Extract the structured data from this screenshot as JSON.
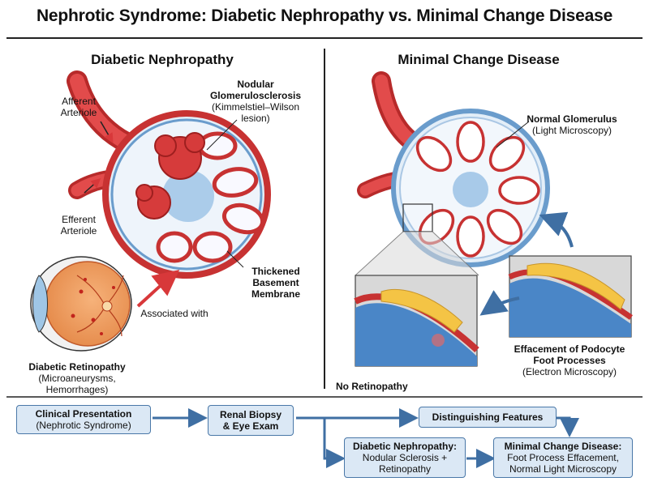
{
  "title": "Nephrotic Syndrome: Diabetic Nephropathy vs. Minimal Change Disease",
  "left_panel": {
    "title": "Diabetic Nephropathy",
    "afferent": [
      "Afferent",
      "Arteriole"
    ],
    "efferent": [
      "Efferent",
      "Arteriole"
    ],
    "nodular": {
      "bold": [
        "Nodular",
        "Glomerulosclerosis"
      ],
      "normal": [
        "(Kimmelstiel–Wilson",
        "lesion)"
      ]
    },
    "thickened": [
      "Thickened",
      "Basement",
      "Membrane"
    ],
    "associated": "Associated with",
    "retinopathy": {
      "bold": "Diabetic Retinopathy",
      "normal": [
        "(Microaneurysms,",
        "Hemorrhages)"
      ]
    }
  },
  "right_panel": {
    "title": "Minimal Change Disease",
    "normal_glom": {
      "bold": "Normal Glomerulus",
      "normal": "(Light Microscopy)"
    },
    "effacement": {
      "bold": [
        "Effacement of Podocyte",
        "Foot Processes"
      ],
      "normal": "(Electron Microscopy)"
    },
    "no_retinopathy": "No Retinopathy"
  },
  "flow": {
    "clinical": {
      "bold": "Clinical Presentation",
      "normal": "(Nephrotic Syndrome)"
    },
    "biopsy": {
      "bold": [
        "Renal Biopsy",
        "& Eye Exam"
      ]
    },
    "distinguishing": {
      "bold": "Distinguishing Features"
    },
    "dn": {
      "bold": "Diabetic Nephropathy:",
      "normal": [
        "Nodular Sclerosis +",
        "Retinopathy"
      ]
    },
    "mcd": {
      "bold": "Minimal Change Disease:",
      "normal": [
        "Foot Process Effacement,",
        "Normal Light Microscopy"
      ]
    }
  },
  "colors": {
    "vessel": "#d8383a",
    "capsule": "#6a9ccc",
    "box_fill": "#dbe8f5",
    "arrow_blue": "#3f6fa3",
    "podocyte": "#f4c445"
  }
}
